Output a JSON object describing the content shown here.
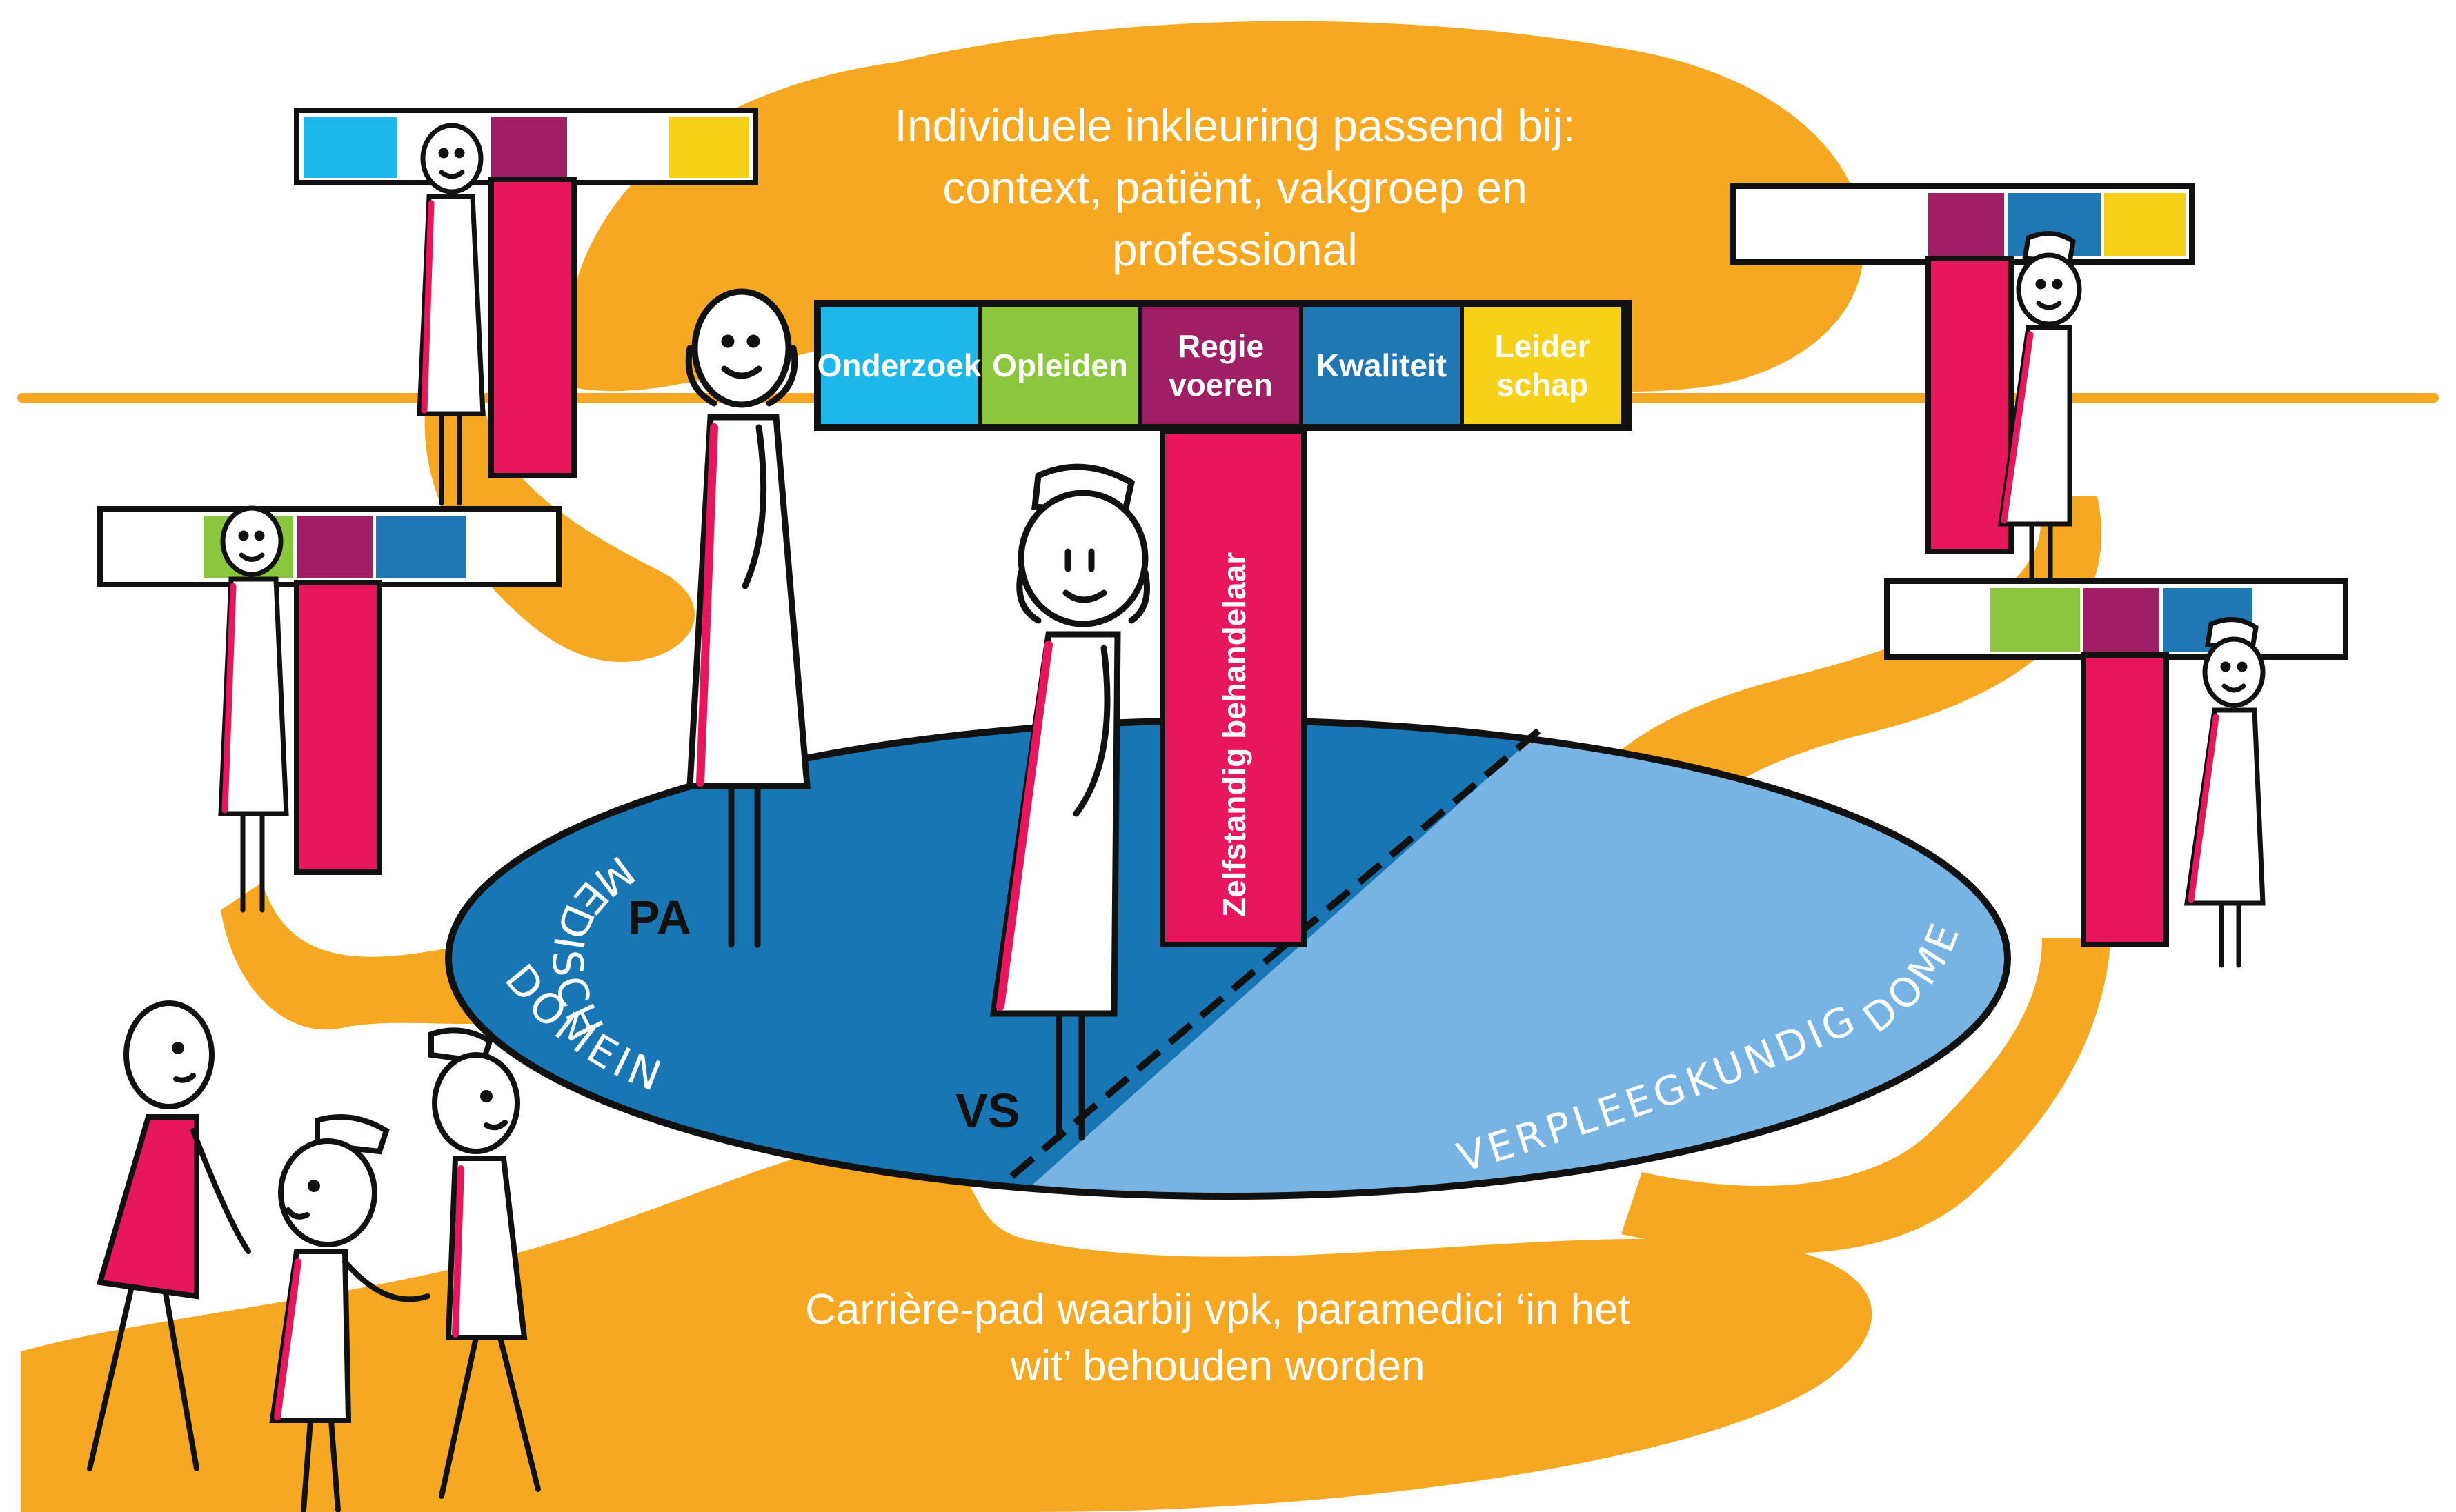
{
  "header_text": {
    "line1": "Individuele inkleuring passend bij:",
    "line2": "context, patiënt, vakgroep en",
    "line3": "professional"
  },
  "footer_text": {
    "line1": "Carrière-pad waarbij vpk, paramedici ‘in het",
    "line2": "wit’  behouden worden"
  },
  "main_t": {
    "segments": [
      {
        "label_lines": [
          "Onderzoek"
        ],
        "color": "#1EB7E9"
      },
      {
        "label_lines": [
          "Opleiden"
        ],
        "color": "#8CC63F"
      },
      {
        "label_lines": [
          "Regie",
          "voeren"
        ],
        "color": "#9E1F63"
      },
      {
        "label_lines": [
          "Kwaliteit"
        ],
        "color": "#1F78B4"
      },
      {
        "label_lines": [
          "Leider",
          "schap"
        ],
        "color": "#F7D117"
      }
    ],
    "stem_label": "Zelfstandig behandelaar",
    "stem_color": "#E8175D"
  },
  "domains": {
    "medical": "MEDISCH DOMEIN",
    "nursing": "VERPLEEGKUNDIG DOMEIN"
  },
  "roles": {
    "pa": "PA",
    "vs": "VS"
  },
  "colors": {
    "path": "#F7A823",
    "medical_domain": "#1776B3",
    "nursing_domain": "#78B4E3",
    "magenta": "#E8175D",
    "purple": "#9E1F63",
    "blue": "#1F78B4",
    "cyan": "#1EB7E9",
    "green": "#8CC63F",
    "yellow": "#F7D117"
  },
  "icons": [
    "person-icon",
    "nurse-icon",
    "t-shape-icon"
  ]
}
